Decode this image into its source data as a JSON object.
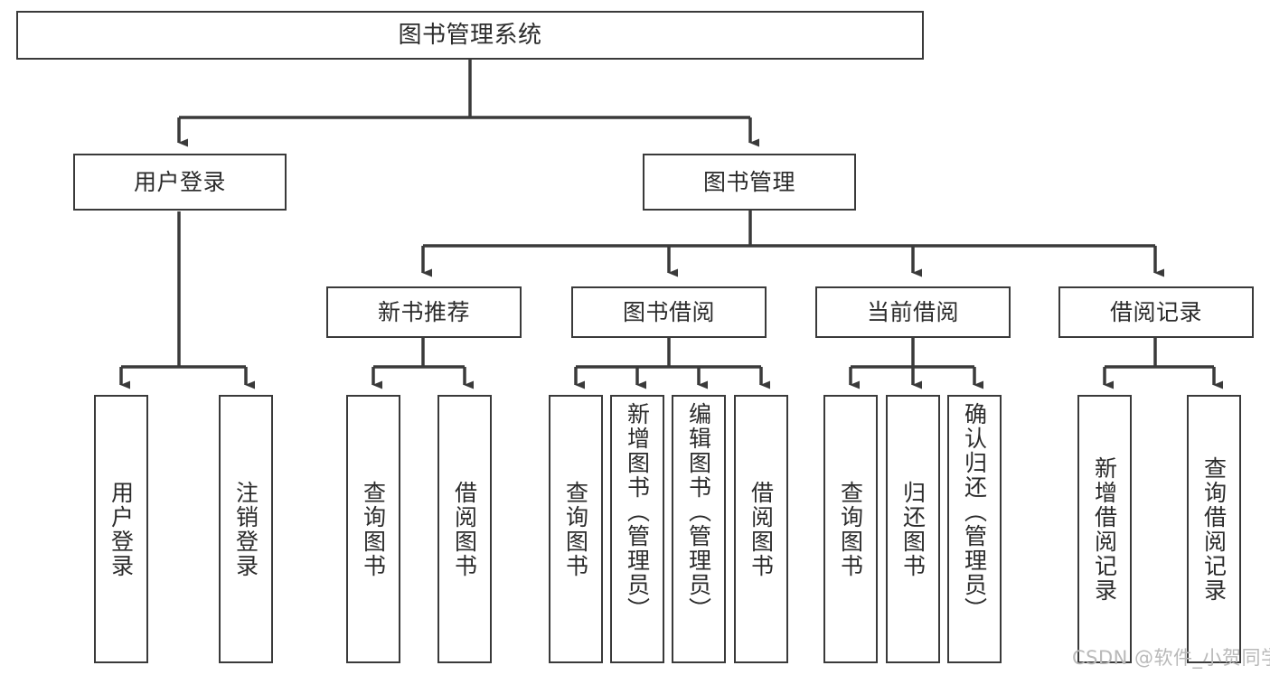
{
  "diagram": {
    "title": "图书管理系统",
    "type": "hierarchy-tree",
    "colors": {
      "box_stroke": "#3a3a3a",
      "box_fill": "#ffffff",
      "text": "#2b2b2b",
      "edge": "#3a3a3a",
      "watermark": "#b9b9b9",
      "background": "#ffffff"
    },
    "levels": {
      "root": {
        "label": "图书管理系统"
      },
      "level2": [
        {
          "label": "用户登录"
        },
        {
          "label": "图书管理"
        }
      ],
      "level3": [
        {
          "label": "新书推荐"
        },
        {
          "label": "图书借阅"
        },
        {
          "label": "当前借阅"
        },
        {
          "label": "借阅记录"
        }
      ],
      "leaves": {
        "user_login": [
          {
            "label": "用户登录"
          },
          {
            "label": "注销登录"
          }
        ],
        "new_book_recommend": [
          {
            "label": "查询图书"
          },
          {
            "label": "借阅图书"
          }
        ],
        "book_borrow": [
          {
            "label": "查询图书"
          },
          {
            "label": "新增图书（管理员）"
          },
          {
            "label": "编辑图书（管理员）"
          },
          {
            "label": "借阅图书"
          }
        ],
        "current_borrow": [
          {
            "label": "查询图书"
          },
          {
            "label": "归还图书"
          },
          {
            "label": "确认归还（管理员）"
          }
        ],
        "borrow_record": [
          {
            "label": "新增借阅记录"
          },
          {
            "label": "查询借阅记录"
          }
        ]
      }
    },
    "watermark": "CSDN @软件_小贺同学"
  }
}
